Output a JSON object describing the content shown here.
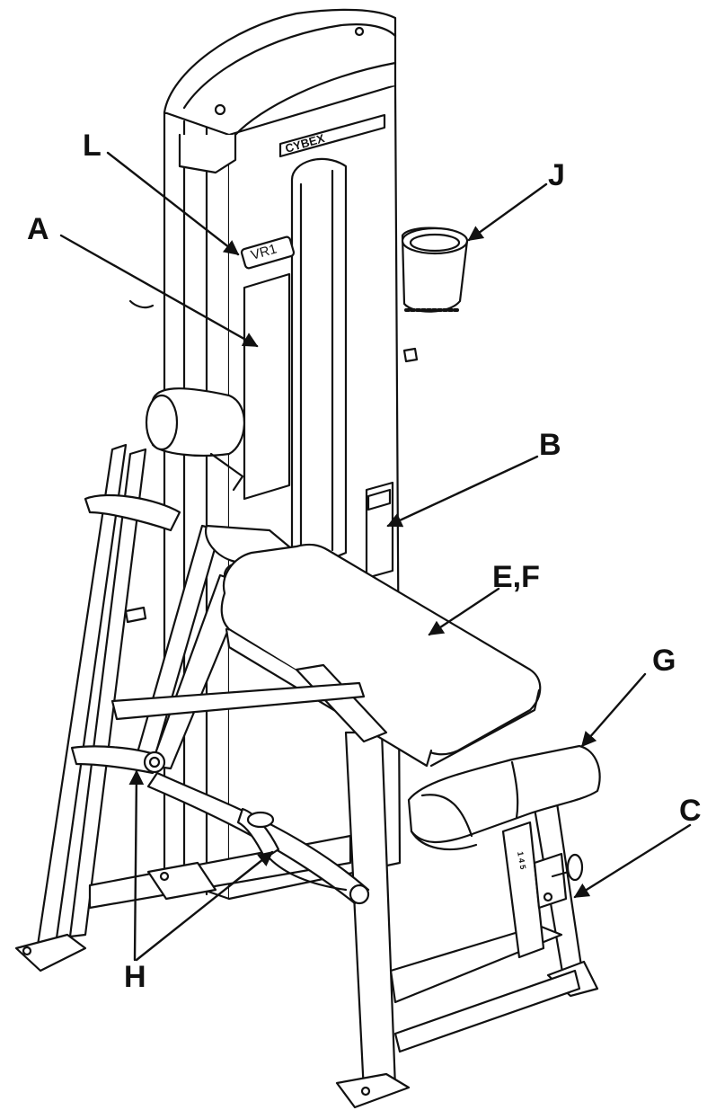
{
  "callouts": {
    "A": "A",
    "B": "B",
    "C": "C",
    "EF": "E,F",
    "G": "G",
    "H": "H",
    "J": "J",
    "L": "L"
  },
  "labels": {
    "brand": "CYBEX",
    "model": "VR1",
    "pin_numbers": "1 4 5"
  },
  "colors": {
    "line": "#111111",
    "fill": "#ffffff",
    "shade": "#f2f2f2"
  }
}
